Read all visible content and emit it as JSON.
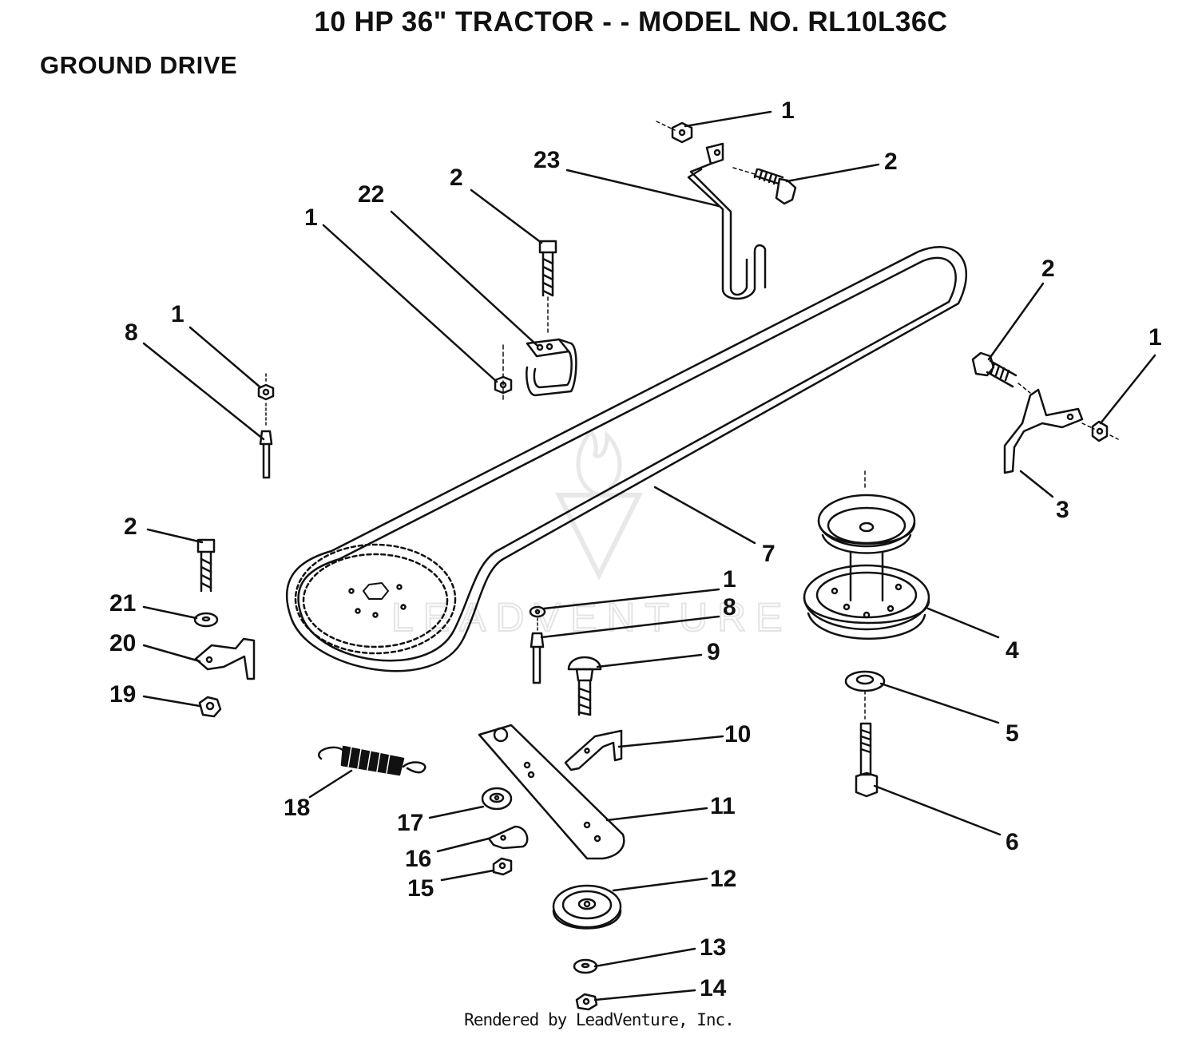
{
  "title": "10 HP 36\" TRACTOR - - MODEL NO. RL10L36C",
  "section": "GROUND DRIVE",
  "credit": "Rendered by LeadVenture, Inc.",
  "watermark": "LEADVENTURE",
  "callouts": {
    "n1a": "1",
    "n2a": "2",
    "n23": "23",
    "n2b": "2",
    "n22": "22",
    "n1b": "1",
    "n1c": "1",
    "n8a": "8",
    "n2c": "2",
    "n1d": "1",
    "n3": "3",
    "n7": "7",
    "n2d": "2",
    "n21": "21",
    "n20": "20",
    "n19": "19",
    "n1e": "1",
    "n8b": "8",
    "n9": "9",
    "n4": "4",
    "n5": "5",
    "n10": "10",
    "n11": "11",
    "n18": "18",
    "n17": "17",
    "n16": "16",
    "n15": "15",
    "n12": "12",
    "n13": "13",
    "n14": "14",
    "n6": "6"
  }
}
